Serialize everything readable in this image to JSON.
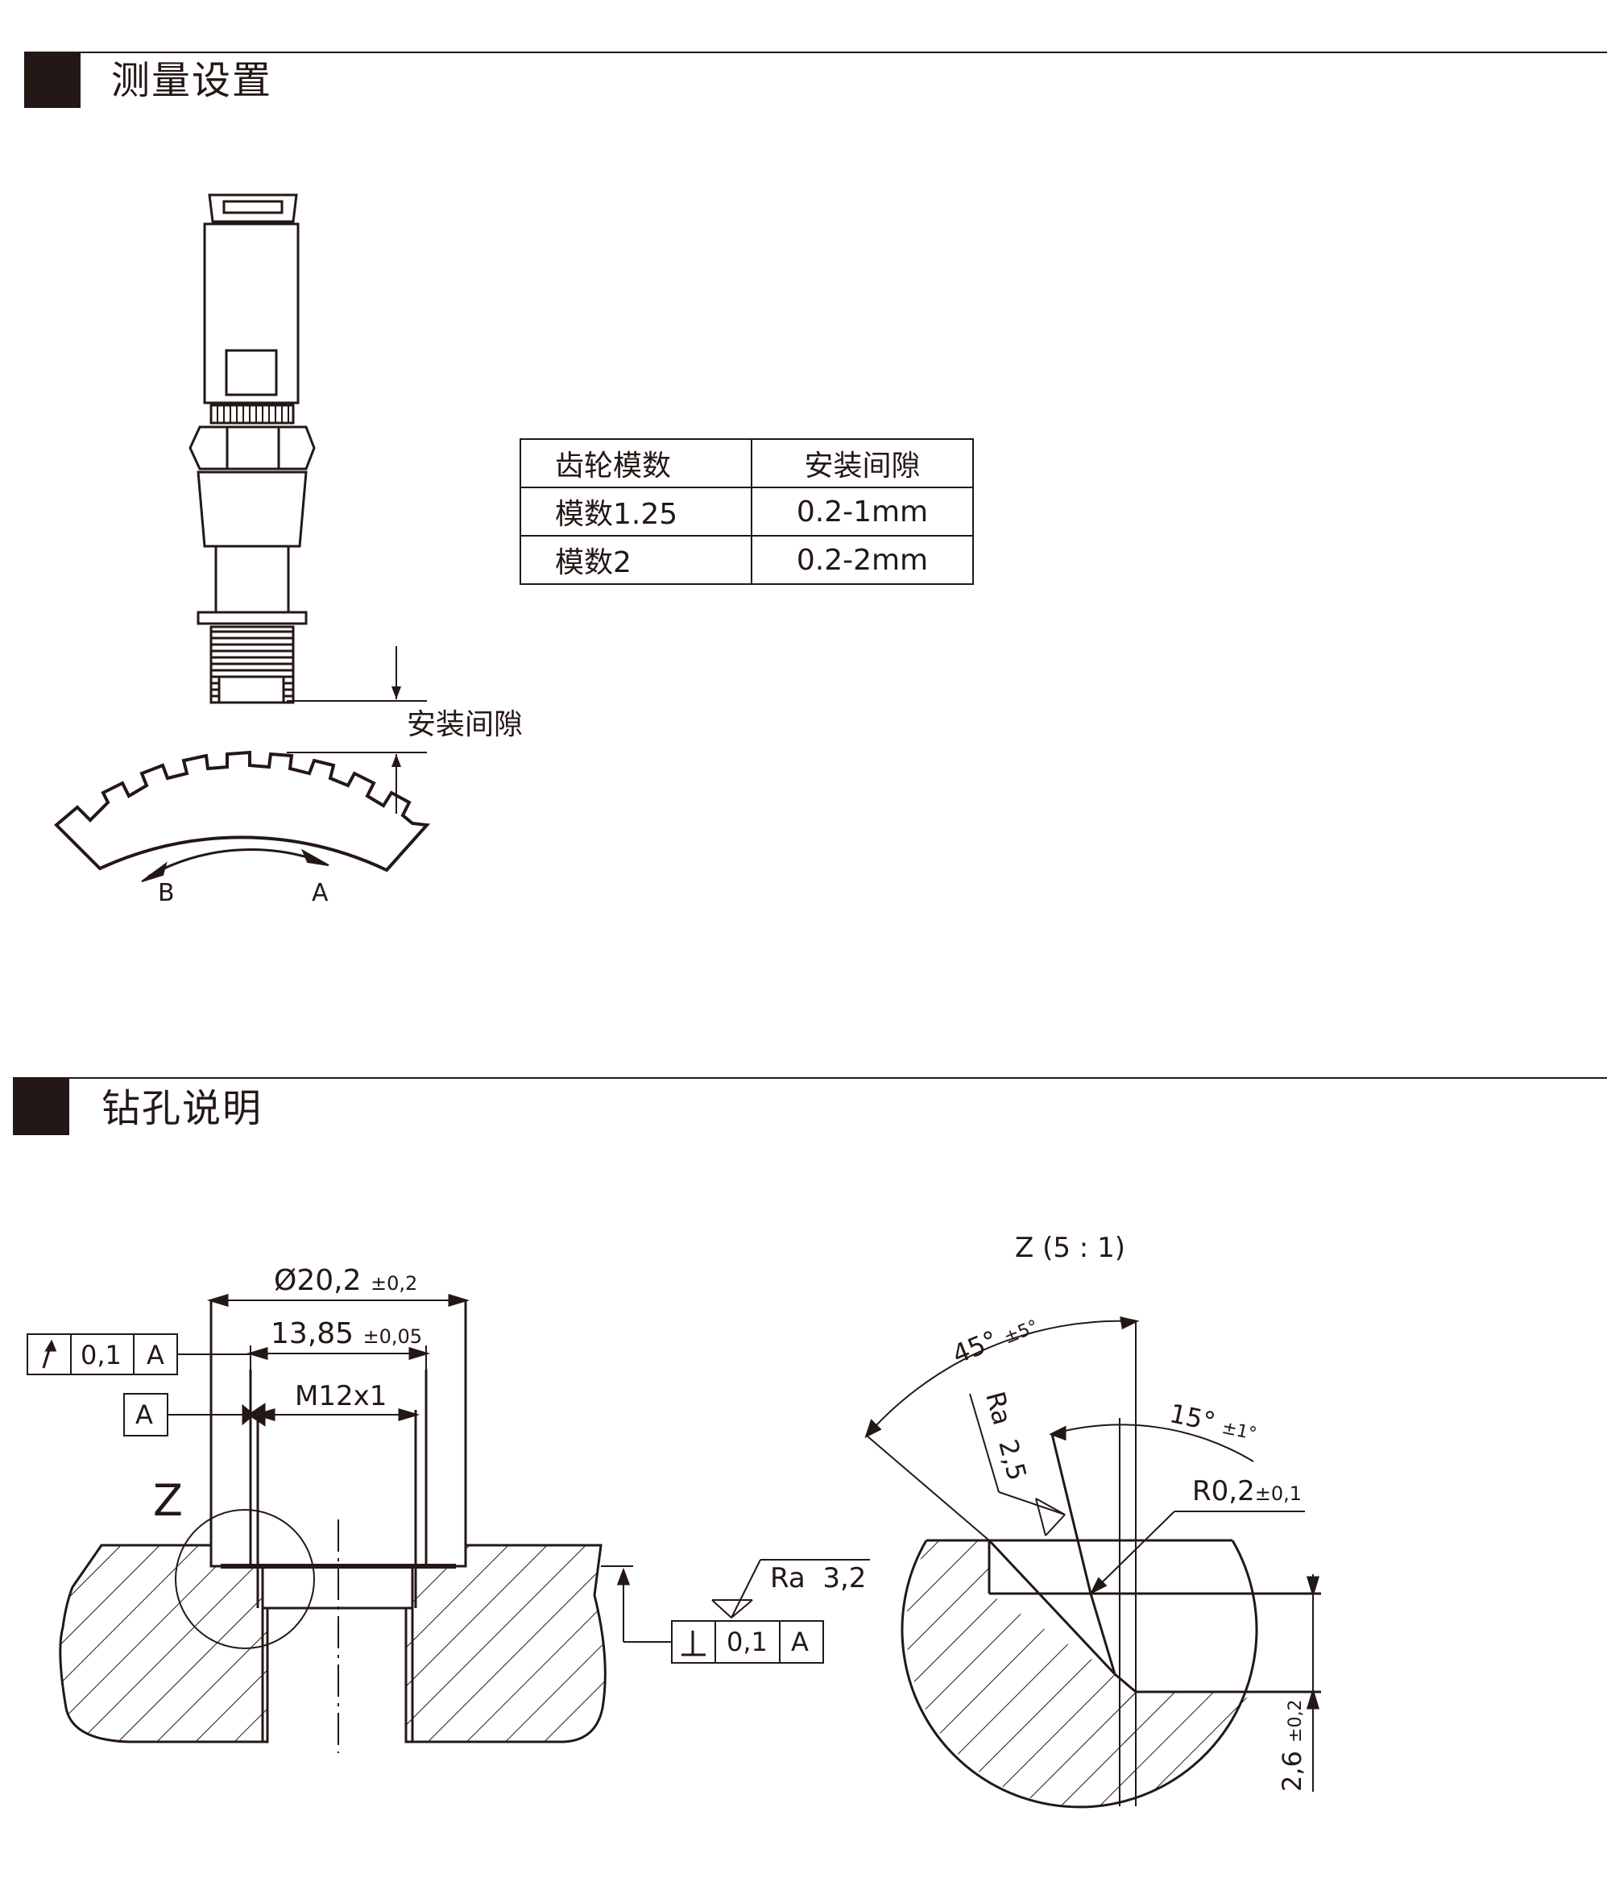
{
  "sections": {
    "measurement": {
      "title": "测量设置"
    },
    "drilling": {
      "title": "钻孔说明"
    }
  },
  "gap_table": {
    "headers": [
      "齿轮模数",
      "安装间隙"
    ],
    "rows": [
      [
        "模数1.25",
        "0.2-1mm"
      ],
      [
        "模数2",
        "0.2-2mm"
      ]
    ]
  },
  "sensor_diagram": {
    "gap_label": "安装间隙",
    "direction_b": "B",
    "direction_a": "A"
  },
  "drawing": {
    "dim_outer": "Ø20,2",
    "dim_outer_tol": "±0,2",
    "dim_counterbore": "13,85",
    "dim_counterbore_tol": "±0,05",
    "dim_thread": "M12x1",
    "runout_value": "0,1",
    "runout_datum": "A",
    "datum_label": "A",
    "detail_marker": "Z",
    "surface_label": "Ra",
    "surface_value": "3,2",
    "perp_value": "0,1",
    "perp_datum": "A"
  },
  "detail": {
    "title": "Z (5 : 1)",
    "angle_main": "45°",
    "angle_main_tol": "±5°",
    "angle_chamfer": "15°",
    "angle_chamfer_tol": "±1°",
    "roughness_label": "Ra",
    "roughness_value": "2,5",
    "radius": "R0,2",
    "radius_tol": "±0,1",
    "depth": "2,6",
    "depth_tol": "±0,2"
  }
}
